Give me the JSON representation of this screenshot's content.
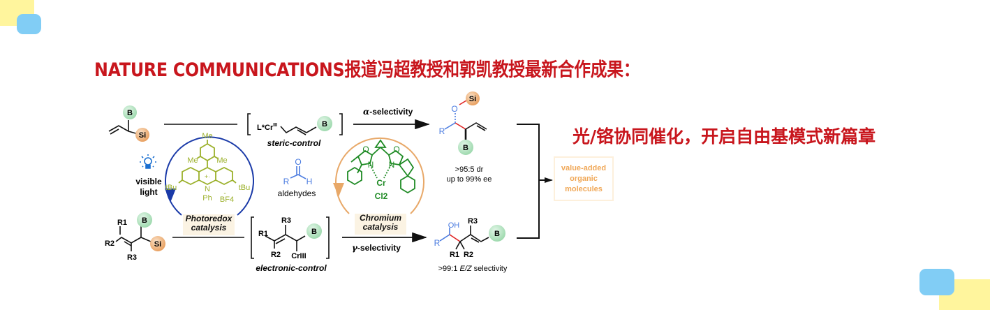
{
  "headline": "NATURE COMMUNICATIONS报道冯超教授和郭凯教授最新合作成果：",
  "subheadline": "光/铬协同催化，开启自由基模式新篇章",
  "colors": {
    "headline_red": "#c8161d",
    "boron_green": "#b8e6c4",
    "silicon_orange": "#f0b27a",
    "photocatalyst_olive": "#9bb02a",
    "chromium_green": "#1e8a24",
    "blue_cycle": "#1a3aa8",
    "orange_cycle": "#e8a868",
    "aldehyde_blue": "#4a7be0",
    "new_bond_red": "#e02020",
    "decor_yellow": "#fff59d",
    "decor_blue": "#81cdf5"
  },
  "scheme": {
    "top_substrate": {
      "labels": [
        "B",
        "Si"
      ]
    },
    "top_intermediate": {
      "metal": "L*Cr",
      "oxidation": "III",
      "group": "B",
      "caption": "steric-control"
    },
    "top_arrow_label_prefix": "α",
    "top_arrow_label": "-selectivity",
    "top_product": {
      "labels": [
        "O",
        "Si",
        "R",
        "B"
      ],
      "line1": ">95:5 dr",
      "line2": "up to 99% ee"
    },
    "light": {
      "icon": "lightbulb-icon",
      "line1": "visible",
      "line2": "light"
    },
    "photocatalyst": {
      "labels": [
        "Me",
        "Me",
        "Me",
        "tBu",
        "tBu",
        "N",
        "Ph",
        "BF4",
        "+·",
        "-"
      ],
      "box_line1": "Photoredox",
      "box_line2": "catalysis"
    },
    "aldehyde": {
      "labels": [
        "O",
        "R",
        "H"
      ],
      "caption": "aldehydes"
    },
    "chromium_catalyst": {
      "labels": [
        "O",
        "O",
        "N",
        "N",
        "Cr",
        "Cl2"
      ],
      "box_line1": "Chromium",
      "box_line2": "catalysis"
    },
    "bottom_substrate": {
      "labels": [
        "R1",
        "R2",
        "R3",
        "B",
        "Si"
      ]
    },
    "bottom_intermediate": {
      "labels": [
        "R1",
        "R2",
        "R3",
        "B",
        "CrIII"
      ],
      "caption": "electronic-control"
    },
    "bottom_arrow_label_prefix": "γ",
    "bottom_arrow_label": "-selectivity",
    "bottom_product": {
      "labels": [
        "OH",
        "R",
        "R1",
        "R2",
        "R3",
        "B"
      ],
      "line1_a": ">99:1 ",
      "line1_em": "E/Z",
      "line1_b": " selectivity"
    },
    "outcome": "value-added organic molecules"
  }
}
